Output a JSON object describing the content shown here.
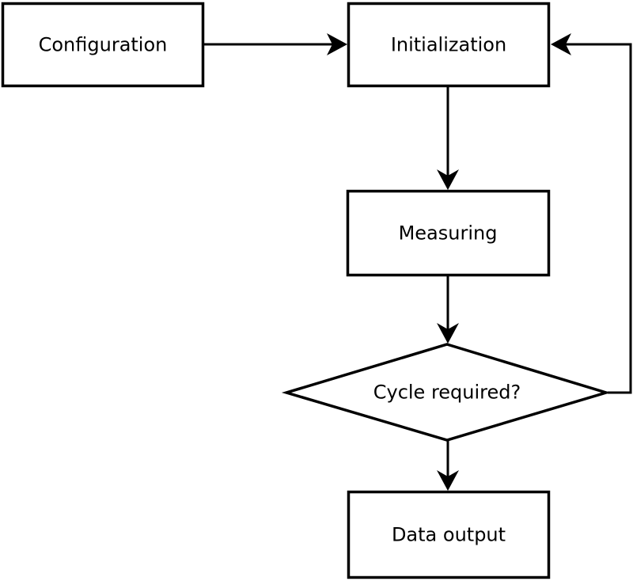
{
  "diagram": {
    "type": "flowchart",
    "background_color": "#ffffff",
    "stroke_color": "#000000",
    "text_color": "#000000",
    "nodes": {
      "configuration": {
        "label": "Configuration",
        "shape": "process"
      },
      "initialization": {
        "label": "Initialization",
        "shape": "process"
      },
      "measuring": {
        "label": "Measuring",
        "shape": "process"
      },
      "cycle_required": {
        "label": "Cycle required?",
        "shape": "decision"
      },
      "data_output": {
        "label": "Data output",
        "shape": "process"
      }
    },
    "edges": [
      {
        "from": "configuration",
        "to": "initialization",
        "kind": "forward"
      },
      {
        "from": "initialization",
        "to": "measuring",
        "kind": "forward"
      },
      {
        "from": "measuring",
        "to": "cycle_required",
        "kind": "forward"
      },
      {
        "from": "cycle_required",
        "to": "data_output",
        "kind": "forward"
      },
      {
        "from": "cycle_required",
        "to": "initialization",
        "kind": "feedback-loop"
      }
    ]
  }
}
